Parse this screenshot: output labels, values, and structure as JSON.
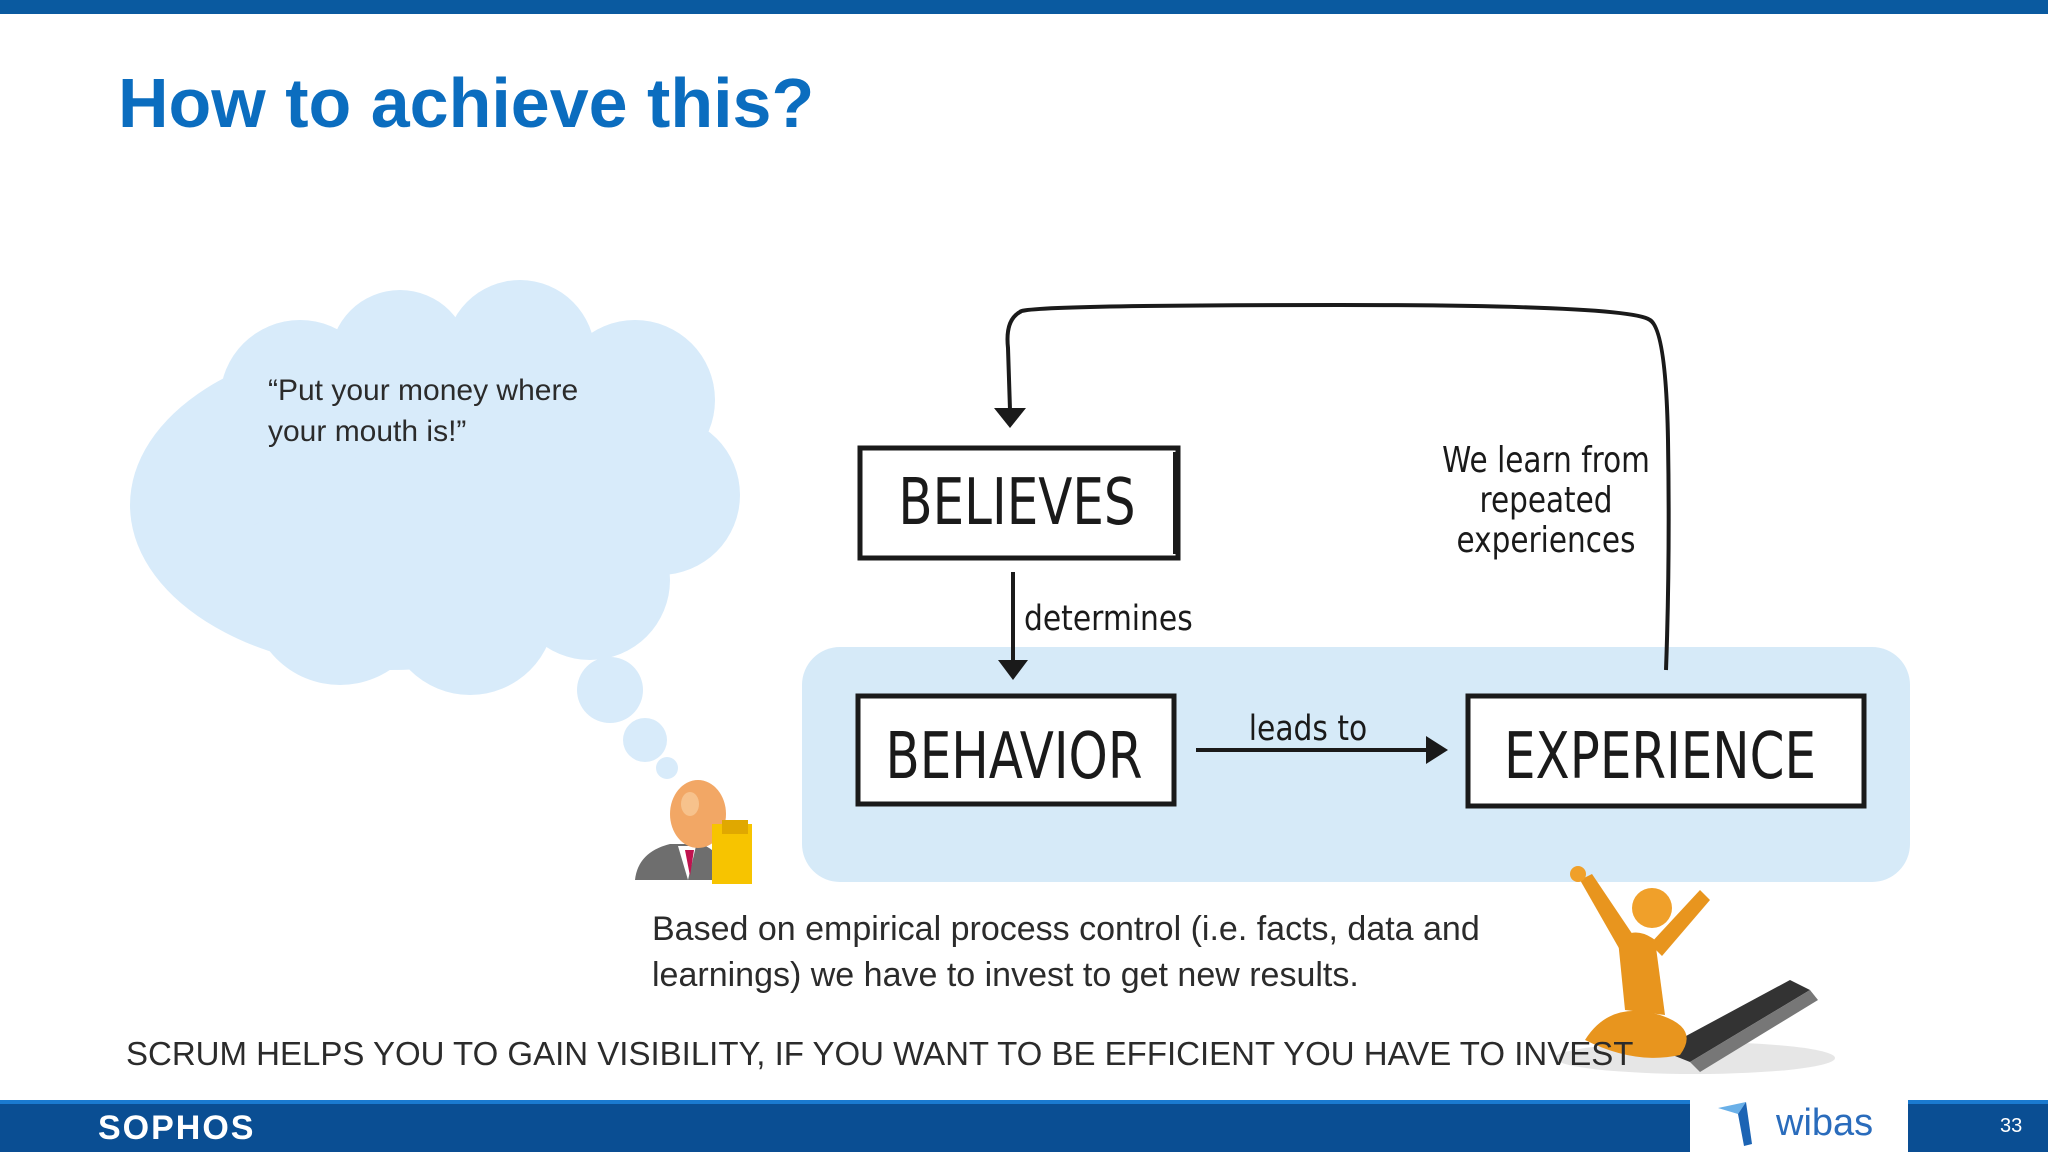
{
  "slide": {
    "title": "How to achieve this?",
    "quote": "“Put your money where your mouth is!”",
    "caption": "Based on empirical process control (i.e. facts, data and learnings) we have to invest to get new results.",
    "tagline": "SCRUM HELPS YOU TO GAIN VISIBILITY, IF YOU WANT TO BE EFFICIENT YOU HAVE TO INVEST"
  },
  "diagram": {
    "box_believes": "BELIEVES",
    "box_behavior": "BEHAVIOR",
    "box_experience": "EXPERIENCE",
    "arrow_determines": "determines",
    "arrow_leads_to": "leads to",
    "learn_line1": "We learn from",
    "learn_line2": "repeated",
    "learn_line3": "experiences"
  },
  "footer": {
    "brand": "SOPHOS",
    "partner": "wibas",
    "page_number": "33"
  },
  "colors": {
    "title_blue": "#0b6dbf",
    "footer_blue": "#0a4e93",
    "highlight_blue": "#d6eaf8",
    "cloud_blue": "#d8ebfa"
  },
  "icons": [
    "thought-cloud-icon",
    "thinking-man-icon",
    "cheering-person-laptop-icon",
    "wibas-logo-icon"
  ]
}
